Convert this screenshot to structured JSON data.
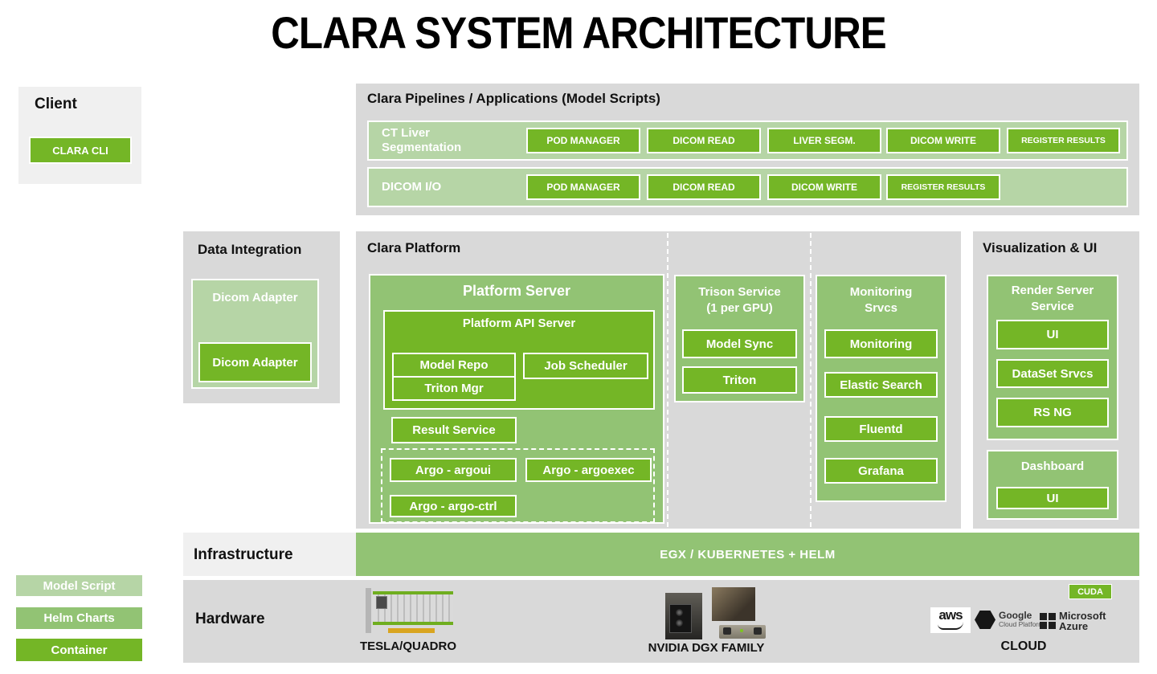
{
  "title": "CLARA SYSTEM ARCHITECTURE",
  "colors": {
    "bright_green": "#74b626",
    "medium_green": "#92c374",
    "light_green": "#b6d5a6",
    "panel_gray": "#d9d9d9",
    "label_gray": "#f0f0f0"
  },
  "client": {
    "title": "Client",
    "cli_label": "CLARA CLI"
  },
  "pipelines": {
    "title": "Clara Pipelines / Applications (Model Scripts)",
    "rows": [
      {
        "label": "CT Liver\nSegmentation",
        "steps": [
          "POD MANAGER",
          "DICOM READ",
          "LIVER SEGM.",
          "DICOM WRITE",
          "REGISTER RESULTS"
        ]
      },
      {
        "label": "DICOM I/O",
        "steps": [
          "POD MANAGER",
          "DICOM READ",
          "DICOM WRITE",
          "REGISTER RESULTS"
        ]
      }
    ]
  },
  "data_integration": {
    "title": "Data Integration",
    "outer_label": "Dicom Adapter",
    "inner_label": "Dicom Adapter"
  },
  "clara_platform": {
    "title": "Clara Platform",
    "platform_server": {
      "title": "Platform Server",
      "api_server": {
        "title": "Platform API Server",
        "children": [
          "Model Repo",
          "Job Scheduler",
          "Triton Mgr"
        ]
      },
      "result_service": "Result Service",
      "argo": [
        "Argo - argoui",
        "Argo - argoexec",
        "Argo - argo-ctrl"
      ]
    },
    "trison_service": {
      "title": "Trison Service\n(1 per GPU)",
      "children": [
        "Model Sync",
        "Triton"
      ]
    },
    "monitoring": {
      "title": "Monitoring\nSrvcs",
      "children": [
        "Monitoring",
        "Elastic Search",
        "Fluentd",
        "Grafana"
      ]
    }
  },
  "visualization": {
    "title": "Visualization & UI",
    "render_server": {
      "title": "Render Server\nService",
      "children": [
        "UI",
        "DataSet Srvcs",
        "RS NG"
      ]
    },
    "dashboard": {
      "title": "Dashboard",
      "children": [
        "UI"
      ]
    }
  },
  "infrastructure": {
    "title": "Infrastructure",
    "bar_label": "EGX / KUBERNETES + HELM"
  },
  "hardware": {
    "title": "Hardware",
    "cuda_badge": "CUDA",
    "items": [
      {
        "label": "TESLA/QUADRO"
      },
      {
        "label": "NVIDIA DGX FAMILY"
      },
      {
        "label": "CLOUD"
      }
    ],
    "cloud_logos": {
      "aws": "aws",
      "google_line1": "Google",
      "google_line2": "Cloud Platform",
      "ms_line1": "Microsoft",
      "ms_line2": "Azure"
    }
  },
  "legend": {
    "items": [
      "Model Script",
      "Helm Charts",
      "Container"
    ]
  }
}
